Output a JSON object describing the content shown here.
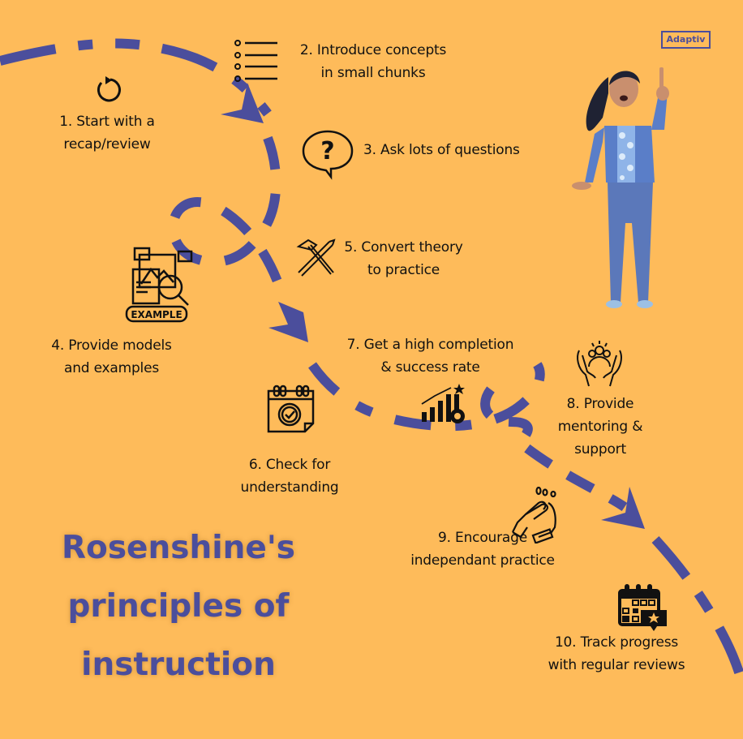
{
  "brand": {
    "label": "Adaptiv"
  },
  "title": {
    "lines": [
      "Rosenshine's",
      "principles of",
      "instruction"
    ]
  },
  "colors": {
    "background": "#FEBB5A",
    "path": "#4B4E9C",
    "title": "#4B4E9C",
    "text": "#111111"
  },
  "steps": [
    {
      "number": 1,
      "lines": [
        "1. Start with a",
        "recap/review"
      ],
      "icon": "refresh-arrow-icon"
    },
    {
      "number": 2,
      "lines": [
        "2. Introduce concepts",
        "in small chunks"
      ],
      "icon": "bullet-list-icon"
    },
    {
      "number": 3,
      "lines": [
        "3. Ask lots of questions"
      ],
      "icon": "question-bubble-icon"
    },
    {
      "number": 4,
      "lines": [
        "4. Provide models",
        "and examples"
      ],
      "icon": "example-magnifier-icon",
      "icon_label": "EXAMPLE"
    },
    {
      "number": 5,
      "lines": [
        "5. Convert theory",
        "to practice"
      ],
      "icon": "hammer-pencil-icon"
    },
    {
      "number": 6,
      "lines": [
        "6. Check for",
        "understanding"
      ],
      "icon": "calendar-check-icon"
    },
    {
      "number": 7,
      "lines": [
        "7. Get a high completion",
        "& success rate"
      ],
      "icon": "growth-chart-gear-icon"
    },
    {
      "number": 8,
      "lines": [
        "8. Provide",
        "mentoring &",
        "support"
      ],
      "icon": "hands-people-icon"
    },
    {
      "number": 9,
      "lines": [
        "9. Encourage",
        "independant practice"
      ],
      "icon": "high-five-icon"
    },
    {
      "number": 10,
      "lines": [
        "10. Track progress",
        "with regular reviews"
      ],
      "icon": "calendar-star-icon"
    }
  ],
  "illustration": {
    "name": "woman-pointing-up-illustration"
  }
}
